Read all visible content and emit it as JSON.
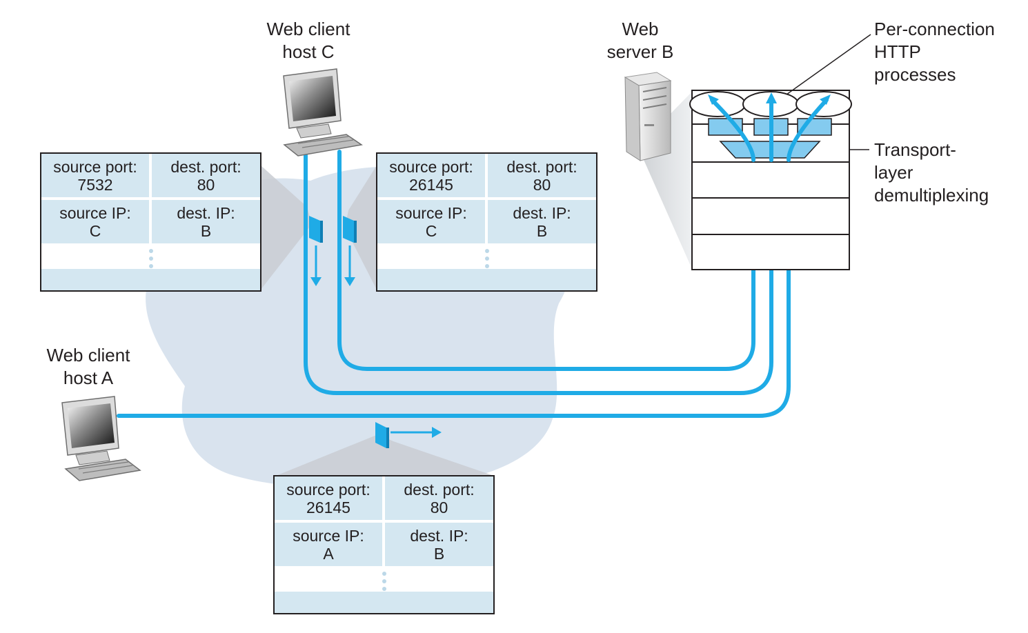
{
  "labels": {
    "client_c": [
      "Web client",
      "host C"
    ],
    "server_b": [
      "Web",
      "server B"
    ],
    "client_a": [
      "Web client",
      "host A"
    ],
    "processes": [
      "Per-connection",
      "HTTP",
      "processes"
    ],
    "demux": [
      "Transport-",
      "layer",
      "demultiplexing"
    ]
  },
  "segments": [
    {
      "source_port_label": "source port:",
      "source_port": "7532",
      "dest_port_label": "dest. port:",
      "dest_port": "80",
      "source_ip_label": "source IP:",
      "source_ip": "C",
      "dest_ip_label": "dest. IP:",
      "dest_ip": "B"
    },
    {
      "source_port_label": "source port:",
      "source_port": "26145",
      "dest_port_label": "dest. port:",
      "dest_port": "80",
      "source_ip_label": "source IP:",
      "source_ip": "C",
      "dest_ip_label": "dest. IP:",
      "dest_ip": "B"
    },
    {
      "source_port_label": "source port:",
      "source_port": "26145",
      "dest_port_label": "dest. port:",
      "dest_port": "80",
      "source_ip_label": "source IP:",
      "source_ip": "A",
      "dest_ip_label": "dest. IP:",
      "dest_ip": "B"
    }
  ],
  "colors": {
    "connection": "#1fabe6",
    "segment_fill": "#d4e7f1",
    "cloud": "#d9e3ee"
  },
  "icons": [
    "desktop-computer-icon",
    "server-tower-icon",
    "packet-icon",
    "arrow-icon"
  ]
}
